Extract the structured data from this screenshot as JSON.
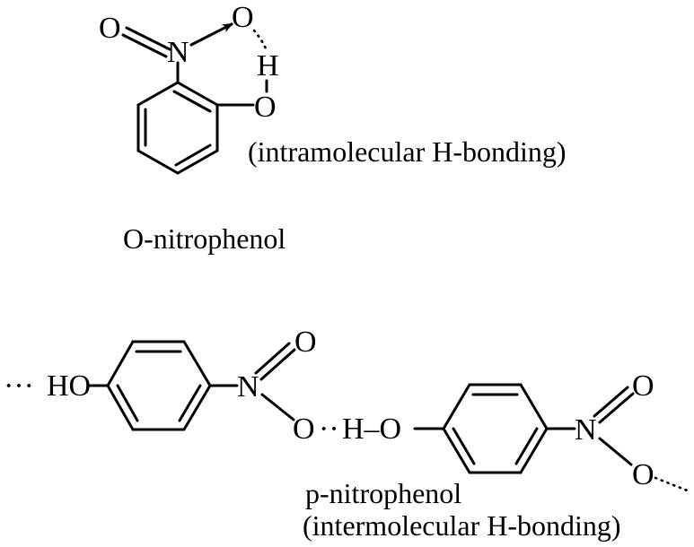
{
  "ortho": {
    "name_label": "O-nitrophenol",
    "bond_note": "(intramolecular H-bonding)",
    "atoms": {
      "o_double": "O",
      "n": "N",
      "o_arrow": "O",
      "h": "H",
      "o_phenol": "O"
    }
  },
  "para": {
    "name_label": "p-nitrophenol",
    "bond_note": "(intermolecular H-bonding)",
    "left_dots": "···",
    "ho_label": "HO",
    "atoms": {
      "n1": "N",
      "o1_top": "O",
      "o1_bottom": "O",
      "h_bridge_dots": "··",
      "h_bridge": "H–O",
      "n2": "N",
      "o2_top": "O",
      "o2_bottom": "O"
    }
  }
}
